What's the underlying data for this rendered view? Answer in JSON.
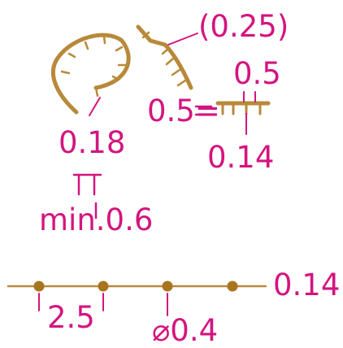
{
  "colors": {
    "annotation": "#d4147f",
    "line": "#b8893a",
    "dot": "#a8741e"
  },
  "labels": {
    "top_right": "(0.25)",
    "mid_right": "0.5",
    "mid_left": "0.5=",
    "left_value": "0.18",
    "right_value": "0.14",
    "min_value": "min.0.6",
    "line_value": "0.14",
    "spacing": "2.5",
    "diameter": "⌀0.4"
  }
}
